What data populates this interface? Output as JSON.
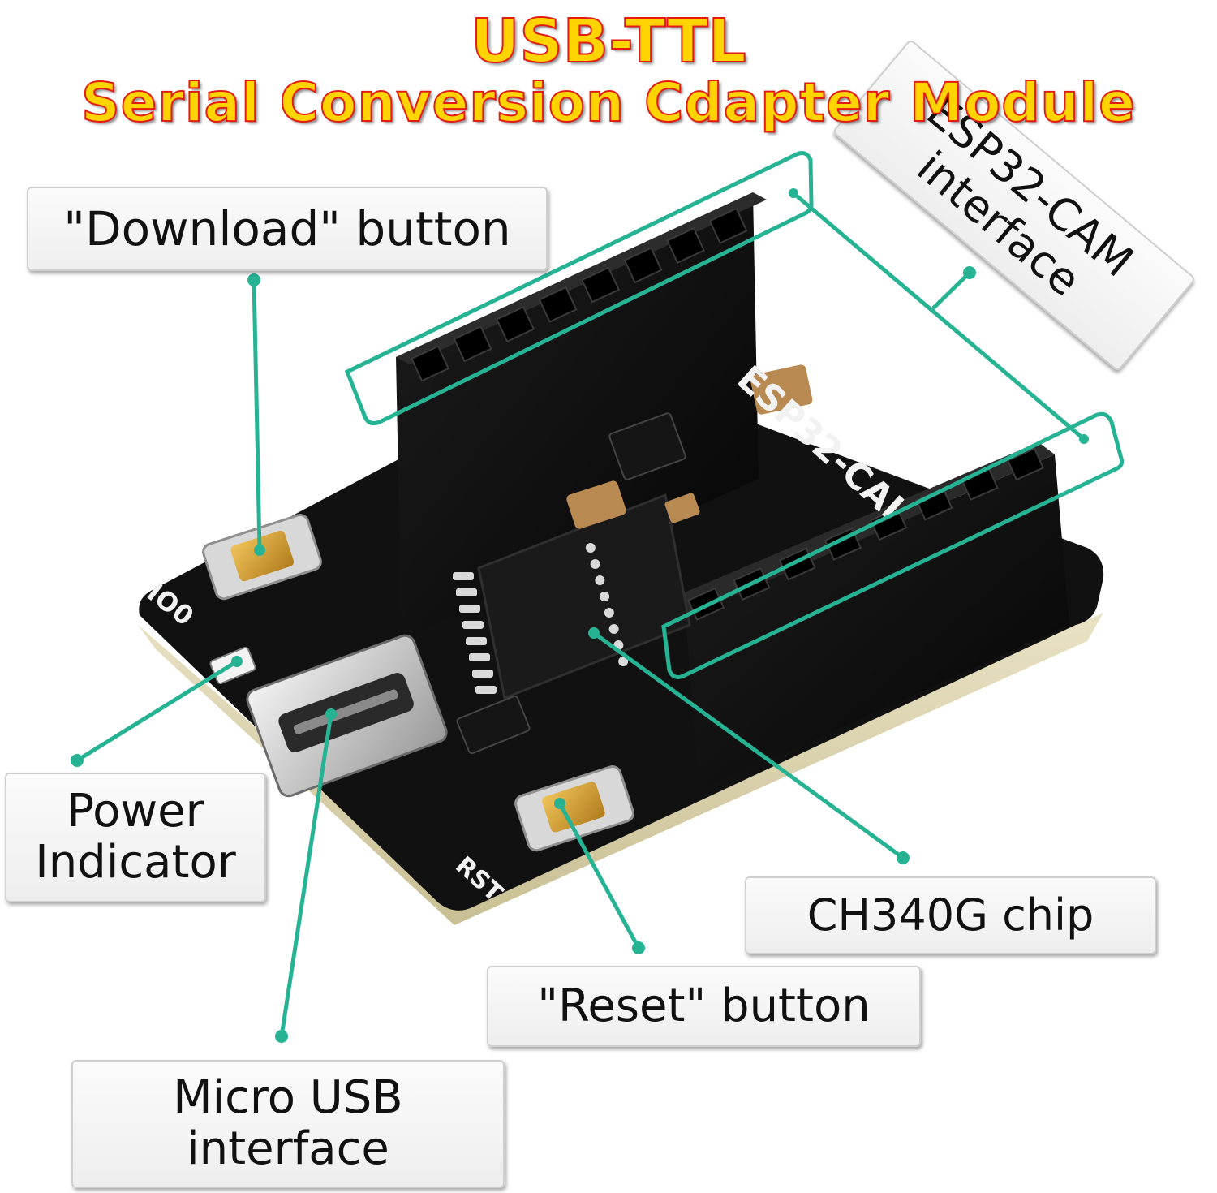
{
  "title": {
    "line1": "USB-TTL",
    "line2": "Serial Conversion Cdapter Module"
  },
  "callouts": {
    "download": "\"Download\" button",
    "power_line1": "Power",
    "power_line2": "Indicator",
    "usb_line1": "Micro USB",
    "usb_line2": "interface",
    "ch340": "CH340G chip",
    "reset": "\"Reset\" button",
    "esp_line1": "ESP32-CAM",
    "esp_line2": "interface"
  },
  "board": {
    "silk_io0": "IO0",
    "silk_rst": "RST",
    "silk_esp": "ESP32-CAI"
  },
  "colors": {
    "title_fill": "#ffd400",
    "title_stroke": "#e31b12",
    "leader": "#26b394",
    "board": "#111111"
  }
}
